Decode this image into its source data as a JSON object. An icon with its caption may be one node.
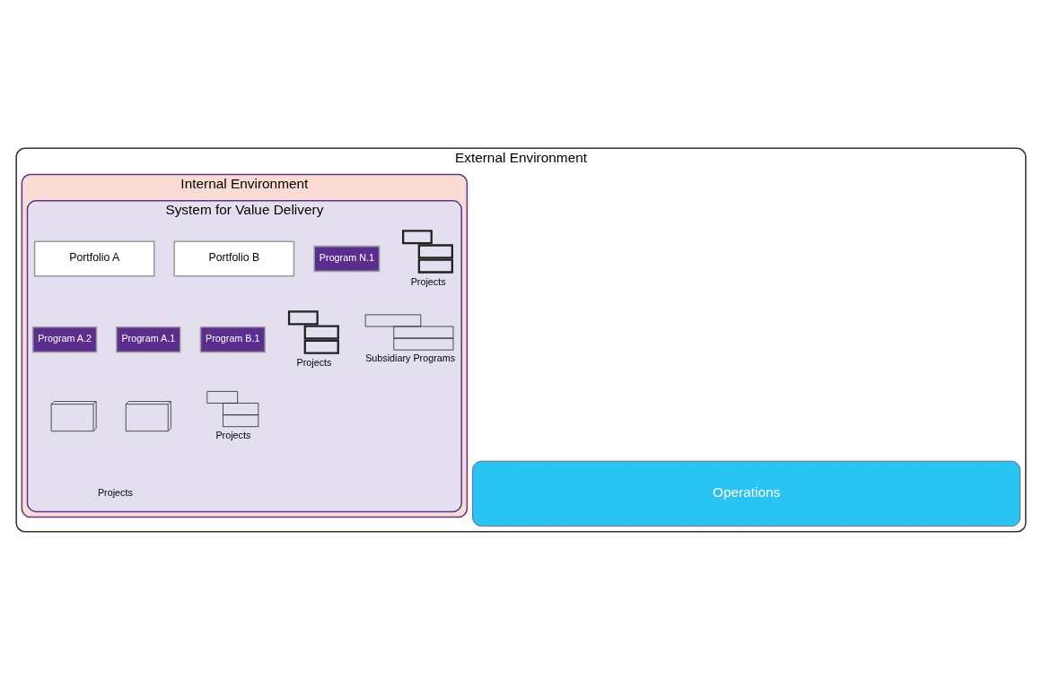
{
  "diagram": {
    "nodes": [
      {
        "text": [
          "External Environment"
        ]
      },
      {
        "text": [
          "Internal Environment"
        ],
        "in": 0
      },
      {
        "text": [
          "System for Value Delivery"
        ],
        "in": 1
      },
      {
        "text": [
          "Portfolio A"
        ],
        "in": 2
      },
      {
        "text": [
          "Program A.1"
        ],
        "in": 2
      },
      {
        "text": [
          "Program A.2"
        ],
        "in": 2
      },
      {
        "text": [],
        "shape": "picture",
        "in": 2
      },
      {
        "text": [],
        "shape": "picture",
        "in": 2
      },
      {
        "text": [
          "Portfolio B"
        ],
        "in": 2
      },
      {
        "text": [],
        "shape": "picture",
        "beside": [
          "Projects"
        ],
        "in": 2
      },
      {
        "text": [
          "Program B.1"
        ],
        "in": 2
      },
      {
        "text": [],
        "shape": "picture",
        "beside": [
          "Projects"
        ],
        "in": 2
      },
      {
        "text": [
          "Program N.1"
        ],
        "in": 2
      },
      {
        "text": [],
        "shape": "picture",
        "beside": [
          "Subsidiary Programs"
        ],
        "in": 2
      },
      {
        "text": [],
        "shape": "picture",
        "beside": [
          "Projects"
        ],
        "in": 2
      },
      {
        "text": [
          "Operations"
        ],
        "in": 0
      }
    ],
    "edges": [],
    "labels": [
      "Projects"
    ]
  }
}
